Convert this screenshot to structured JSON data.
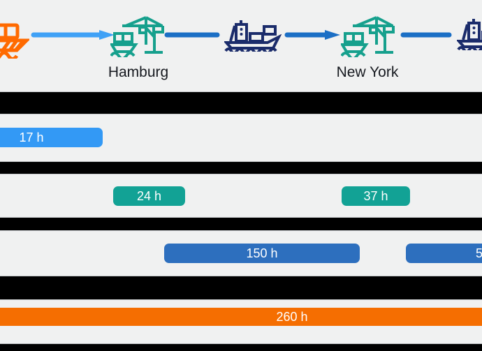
{
  "stations": [
    {
      "name": "Hamburg"
    },
    {
      "name": "New York"
    }
  ],
  "flow": {
    "sequence": [
      "barge-ship-icon",
      "arrow-right-icon",
      "port-crane-icon",
      "connector-line",
      "container-ship-icon",
      "arrow-right-icon",
      "port-crane-icon",
      "connector-line",
      "container-ship-icon"
    ]
  },
  "colors": {
    "background": "#F0F1F1",
    "redaction_band": "#000000",
    "light_blue_bar": "#3399F5",
    "teal_bar": "#12A295",
    "blue_bar": "#2D6FBE",
    "orange_bar": "#F56E01",
    "light_blue_arrow": "#3FA1F6",
    "blue_connector": "#1B6FC5",
    "teal_icon": "#16A08D",
    "navy_icon": "#1B2C6B",
    "orange_icon": "#FF6A00",
    "station_text": "#16191F",
    "bar_text": "#FFFFFF"
  },
  "chart_data": {
    "type": "bar",
    "subtype": "gantt-timeline",
    "unit": "hours",
    "grid": false,
    "legend": false,
    "axis_visible": false,
    "redacted_row_label_bands": 5,
    "rows": [
      {
        "bars": [
          {
            "label": "17 h",
            "value": 17,
            "color": "#3399F5",
            "clipped_left": true
          }
        ]
      },
      {
        "bars": [
          {
            "label": "24 h",
            "value": 24,
            "color": "#12A295"
          },
          {
            "label": "37 h",
            "value": 37,
            "color": "#12A295"
          }
        ]
      },
      {
        "bars": [
          {
            "label": "150 h",
            "value": 150,
            "color": "#2D6FBE"
          },
          {
            "label": "5",
            "value": null,
            "color": "#2D6FBE",
            "clipped_right": true
          }
        ]
      },
      {
        "bars": [
          {
            "label": "260 h",
            "value": 260,
            "color": "#F56E01",
            "clipped_left": true,
            "clipped_right": true
          }
        ]
      }
    ]
  }
}
